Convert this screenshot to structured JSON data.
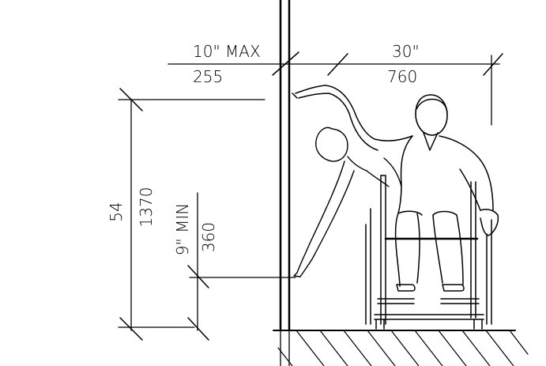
{
  "dimensions": {
    "side_reach_imperial": "10\" MAX",
    "side_reach_metric": "255",
    "clear_width_imperial": "30\"",
    "clear_width_metric": "760",
    "max_height_imperial": "54",
    "max_height_metric": "1370",
    "min_height_imperial": "9\" MIN",
    "min_height_metric": "360"
  }
}
